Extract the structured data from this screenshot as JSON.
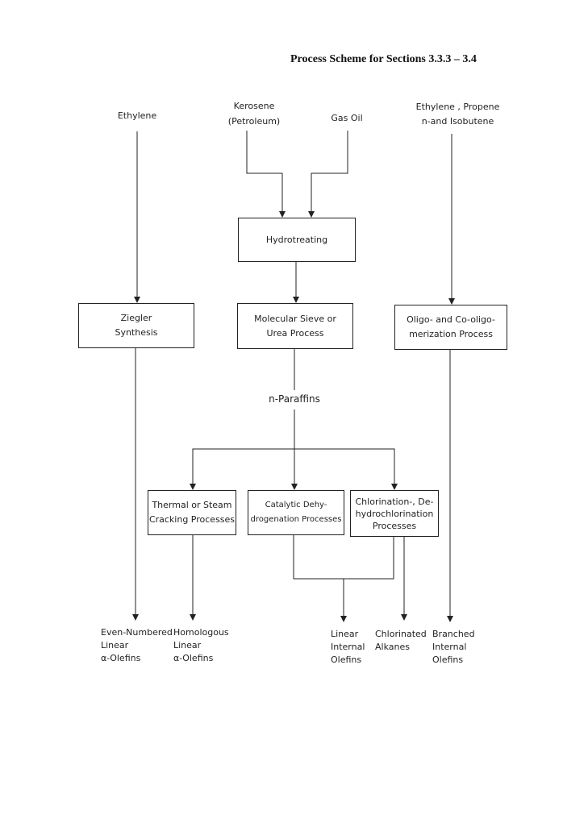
{
  "heading": "Process Scheme for Sections 3.3.3 – 3.4",
  "feeds": {
    "ethylene": "Ethylene",
    "kerosene": "Kerosene\n(Petroleum)",
    "gas_oil": "Gas Oil",
    "olefin_feed": "Ethylene , Propene\nn-and Isobutene"
  },
  "boxes": {
    "hydrotreating": "Hydrotreating",
    "ziegler": "Ziegler\nSynthesis",
    "molecular_sieve": "Molecular Sieve or\nUrea Process",
    "oligomerization": "Oligo- and Co-oligo-\nmerization Process",
    "cracking": "Thermal or Steam\nCracking Processes",
    "dehydrogenation": "Catalytic Dehy-\ndrogenation Processes",
    "chlorination": "Chlorination-, De-\nhydrochlorination\nProcesses"
  },
  "intermediate": "n-Paraffins",
  "products": {
    "even_numbered": "Even-Numbered\nLinear\nα-Olefins",
    "homologous": "Homologous\nLinear\nα-Olefins",
    "linear_internal": "Linear\nInternal\nOlefins",
    "chlorinated": "Chlorinated\nAlkanes",
    "branched": "Branched\nInternal\nOlefins"
  }
}
